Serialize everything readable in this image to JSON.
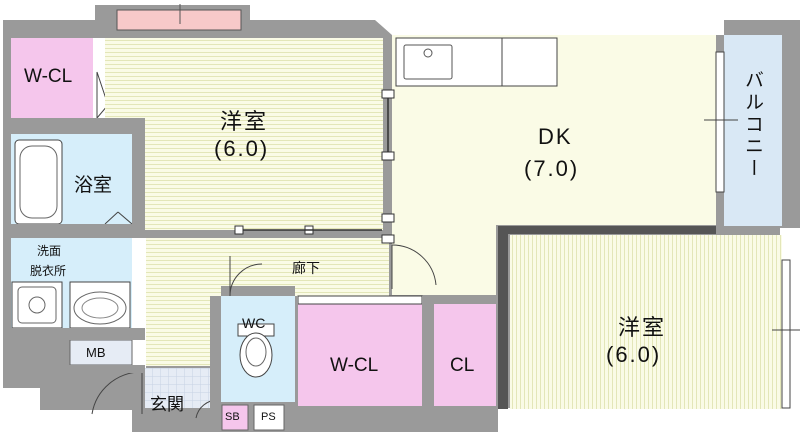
{
  "rooms": {
    "wcl_top": "W-CL",
    "western_room_1": {
      "name": "洋室",
      "size": "(6.0)"
    },
    "dk": {
      "name": "DK",
      "size": "(7.0)"
    },
    "balcony": "バルコニー",
    "bathroom": "浴室",
    "washroom_line1": "洗面",
    "washroom_line2": "脱衣所",
    "hallway": "廊下",
    "wc": "WC",
    "wcl_bottom": "W-CL",
    "closet": "CL",
    "western_room_2": {
      "name": "洋室",
      "size": "(6.0)"
    },
    "mb": "MB",
    "entrance": "玄関",
    "sb": "SB",
    "ps": "PS"
  },
  "colors": {
    "wall": "#9a9a9a",
    "wall_dark": "#7a7a7a",
    "western_floor": "#fafbe6",
    "western_lines": "#e3e6b8",
    "wet_area": "#d6eefa",
    "balcony": "#d9e8f5",
    "closet": "#f5c6ec",
    "tile": "#e6ecf5",
    "window": "#f7c9c9"
  }
}
